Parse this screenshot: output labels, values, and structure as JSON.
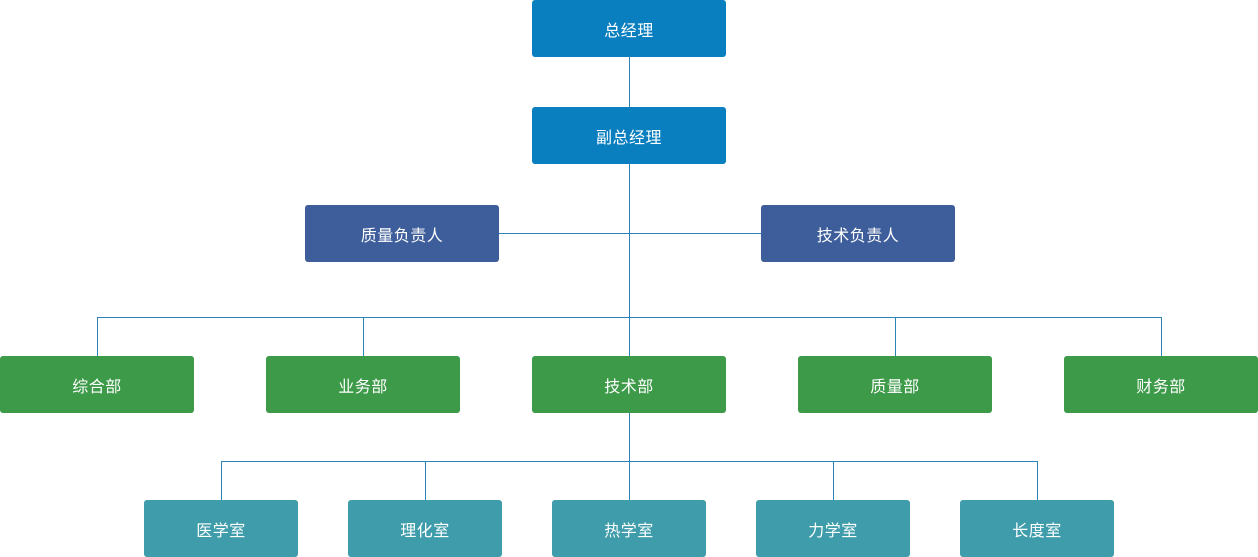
{
  "colors": {
    "management": "#0a7fbf",
    "leads": "#3d5e9a",
    "departments": "#3c9a48",
    "labs": "#3f9dab",
    "connector": "#2a84b8"
  },
  "org": {
    "general_manager": "总经理",
    "deputy_general_manager": "副总经理",
    "quality_lead": "质量负责人",
    "technical_lead": "技术负责人",
    "departments": [
      "综合部",
      "业务部",
      "技术部",
      "质量部",
      "财务部"
    ],
    "labs": [
      "医学室",
      "理化室",
      "热学室",
      "力学室",
      "长度室"
    ]
  }
}
